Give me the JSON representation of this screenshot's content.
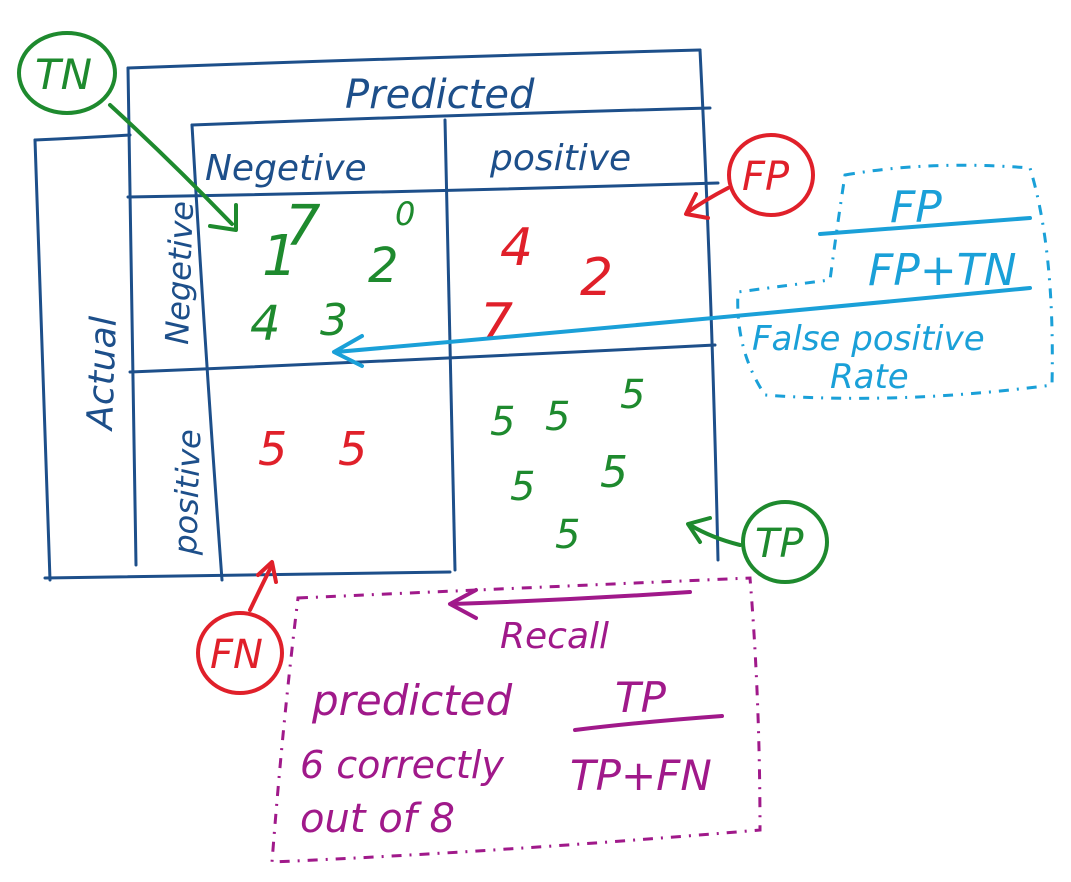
{
  "matrix": {
    "predicted_header": "Predicted",
    "actual_header": "Actual",
    "col_negative": "Negetive",
    "col_positive": "positive",
    "row_negative": "Negetive",
    "row_positive": "positive",
    "tn_values": [
      "1",
      "7",
      "2",
      "0",
      "4",
      "3"
    ],
    "fp_values": [
      "4",
      "2",
      "7"
    ],
    "fn_values": [
      "5",
      "5"
    ],
    "tp_values": [
      "5",
      "5",
      "5",
      "5",
      "5",
      "5"
    ]
  },
  "labels": {
    "tn": "TN",
    "fp": "FP",
    "fn": "FN",
    "tp": "TP"
  },
  "fpr": {
    "numerator": "FP",
    "denominator": "FP+TN",
    "caption_line1": "False positive",
    "caption_line2": "Rate"
  },
  "recall": {
    "title": "Recall",
    "note_line1": "predicted",
    "note_line2": "6 correctly",
    "note_line3": "out of 8",
    "numerator": "TP",
    "denominator": "TP+FN"
  },
  "colors": {
    "grid": "#1d4f8a",
    "tn_tp": "#1e8a2e",
    "fp_fn": "#e0202a",
    "fpr": "#1aa0d8",
    "recall": "#a0198a"
  }
}
